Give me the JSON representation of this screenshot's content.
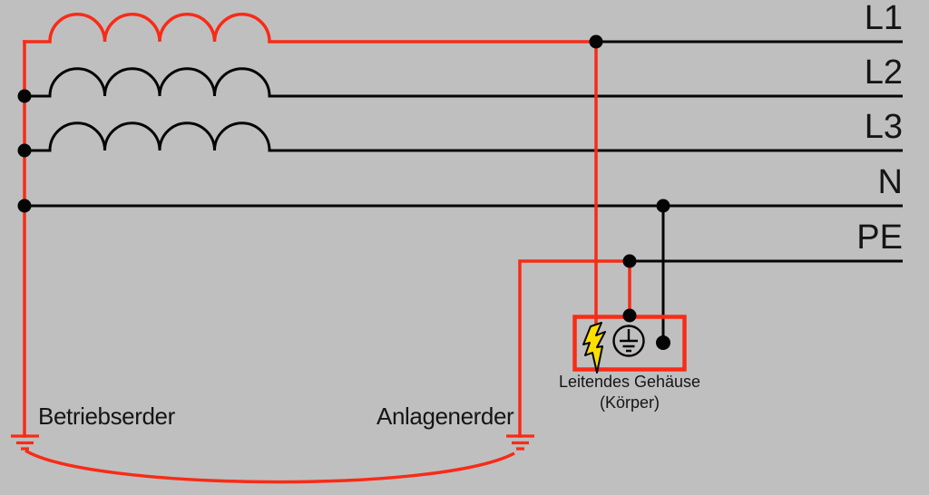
{
  "colors": {
    "background": "#bfbfbf",
    "wire-black": "#050505",
    "wire-red": "#f82b17",
    "bolt-yellow": "#ffdf00",
    "text": "#151515"
  },
  "lines": [
    {
      "id": "L1",
      "label": "L1"
    },
    {
      "id": "L2",
      "label": "L2"
    },
    {
      "id": "L3",
      "label": "L3"
    },
    {
      "id": "N",
      "label": "N"
    },
    {
      "id": "PE",
      "label": "PE"
    }
  ],
  "earths": {
    "operational": "Betriebserder",
    "installation": "Anlagenerder"
  },
  "enclosure": {
    "caption_line1": "Leitendes Gehäuse",
    "caption_line2": "(Körper)"
  },
  "icons": {
    "fault": "lightning-bolt-icon",
    "enclosure_earth": "protective-earth-icon",
    "operational_ground": "earth-ground-icon",
    "installation_ground": "earth-ground-icon"
  }
}
